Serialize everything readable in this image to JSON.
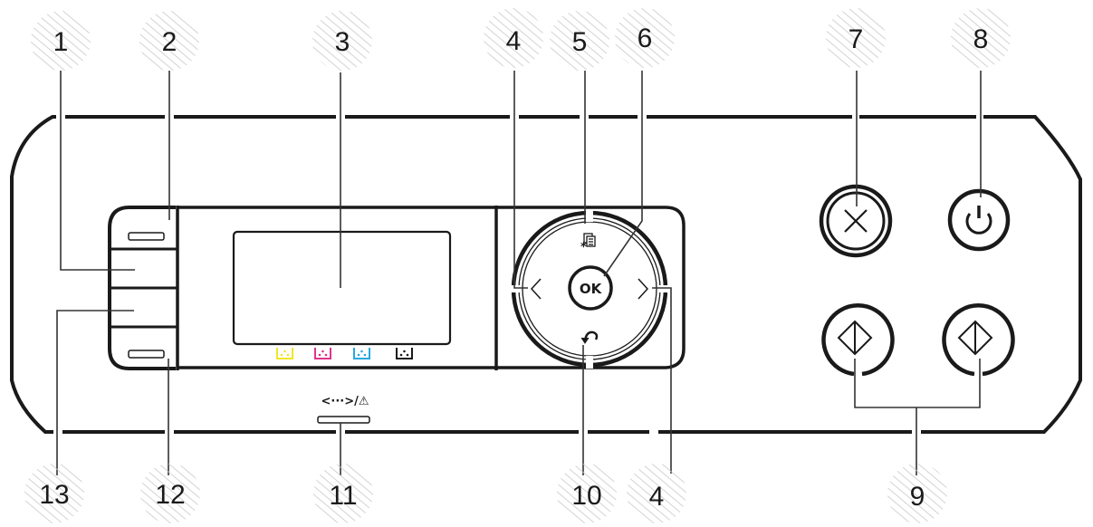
{
  "diagram": {
    "type": "control-panel-diagram",
    "subject": "Printer control panel",
    "callouts": [
      {
        "id": "c1",
        "number": "1",
        "target": "left-button-upper-middle"
      },
      {
        "id": "c2",
        "number": "2",
        "target": "left-button-top"
      },
      {
        "id": "c3",
        "number": "3",
        "target": "display-screen"
      },
      {
        "id": "c4a",
        "number": "4",
        "target": "left-arrow"
      },
      {
        "id": "c5",
        "number": "5",
        "target": "menu-button-top-of-ring"
      },
      {
        "id": "c6",
        "number": "6",
        "target": "ok-button"
      },
      {
        "id": "c7",
        "number": "7",
        "target": "stop-clear-button"
      },
      {
        "id": "c8",
        "number": "8",
        "target": "power-button"
      },
      {
        "id": "c9",
        "number": "9",
        "target": "start-buttons"
      },
      {
        "id": "c10",
        "number": "10",
        "target": "back-button"
      },
      {
        "id": "c4b",
        "number": "4",
        "target": "right-arrow"
      },
      {
        "id": "c11",
        "number": "11",
        "target": "status-led"
      },
      {
        "id": "c12",
        "number": "12",
        "target": "left-button-bottom"
      },
      {
        "id": "c13",
        "number": "13",
        "target": "left-button-lower-middle"
      }
    ],
    "ok_label": "OK",
    "status_led_label": "<···>/⚠",
    "toner_indicators": [
      {
        "name": "yellow",
        "color": "#f2e526"
      },
      {
        "name": "magenta",
        "color": "#e0338a"
      },
      {
        "name": "cyan",
        "color": "#2aa7df"
      },
      {
        "name": "black",
        "color": "#1a1a1a"
      }
    ],
    "colors": {
      "line": "#1a1a1a",
      "hatch": "#c8c8c8"
    }
  }
}
